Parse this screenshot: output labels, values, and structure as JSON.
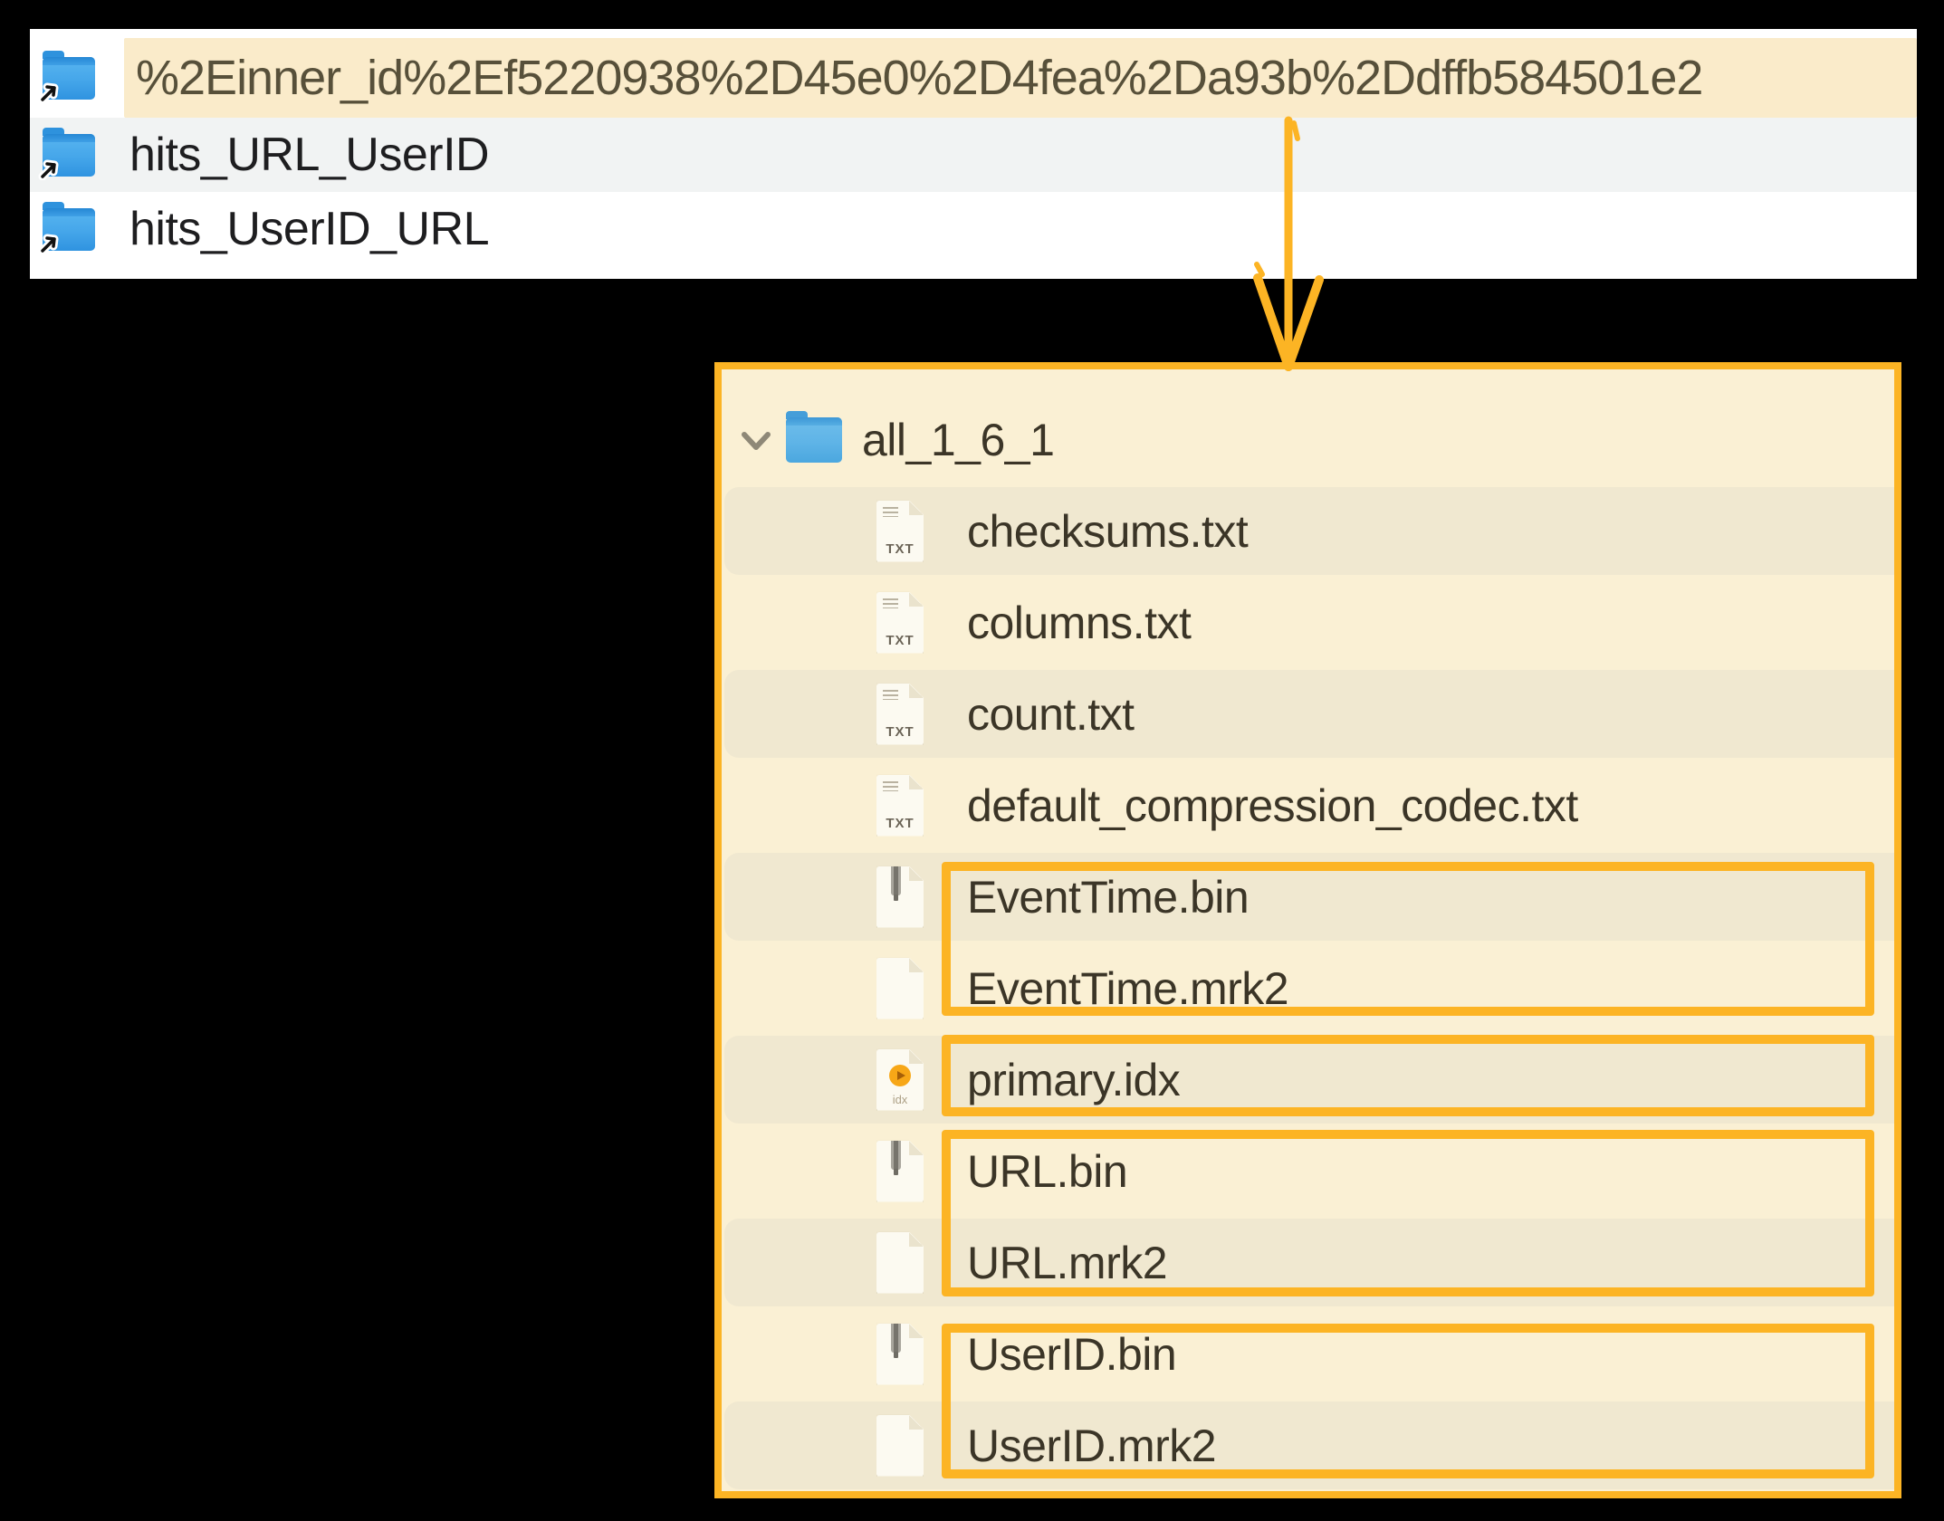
{
  "colors": {
    "accent_orange": "#FCB424",
    "panel_bg": "#FAF0D4",
    "row_stripe": "#F0E8D0",
    "top_highlight": "#FAEBCA",
    "top_gray_row": "#F1F3F3",
    "top_text": "#1E1E20",
    "highlight_text": "#57503A",
    "tree_text": "#3B3527",
    "folder_blue": "#4BA7DF",
    "page_bg": "#000000"
  },
  "top_panel": {
    "rows": [
      {
        "label": "%2Einner_id%2Ef5220938%2D45e0%2D4fea%2Da93b%2Ddffb584501e2",
        "highlighted": true
      },
      {
        "label": "hits_URL_UserID",
        "highlighted": false
      },
      {
        "label": "hits_UserID_URL",
        "highlighted": false
      }
    ]
  },
  "tree_panel": {
    "root_label": "all_1_6_1",
    "root_expanded": true,
    "files": [
      {
        "name": "checksums.txt",
        "type": "txt"
      },
      {
        "name": "columns.txt",
        "type": "txt"
      },
      {
        "name": "count.txt",
        "type": "txt"
      },
      {
        "name": "default_compression_codec.txt",
        "type": "txt"
      },
      {
        "name": "EventTime.bin",
        "type": "bin"
      },
      {
        "name": "EventTime.mrk2",
        "type": "mrk2"
      },
      {
        "name": "primary.idx",
        "type": "idx"
      },
      {
        "name": "URL.bin",
        "type": "bin"
      },
      {
        "name": "URL.mrk2",
        "type": "mrk2"
      },
      {
        "name": "UserID.bin",
        "type": "bin"
      },
      {
        "name": "UserID.mrk2",
        "type": "mrk2"
      }
    ]
  },
  "icons": {
    "txt_label": "TXT",
    "idx_label": "idx"
  },
  "annotations": {
    "highlight_groups": [
      {
        "files": [
          "EventTime.bin",
          "EventTime.mrk2"
        ]
      },
      {
        "files": [
          "primary.idx"
        ]
      },
      {
        "files": [
          "URL.bin",
          "URL.mrk2"
        ]
      },
      {
        "files": [
          "UserID.bin",
          "UserID.mrk2"
        ]
      }
    ]
  }
}
